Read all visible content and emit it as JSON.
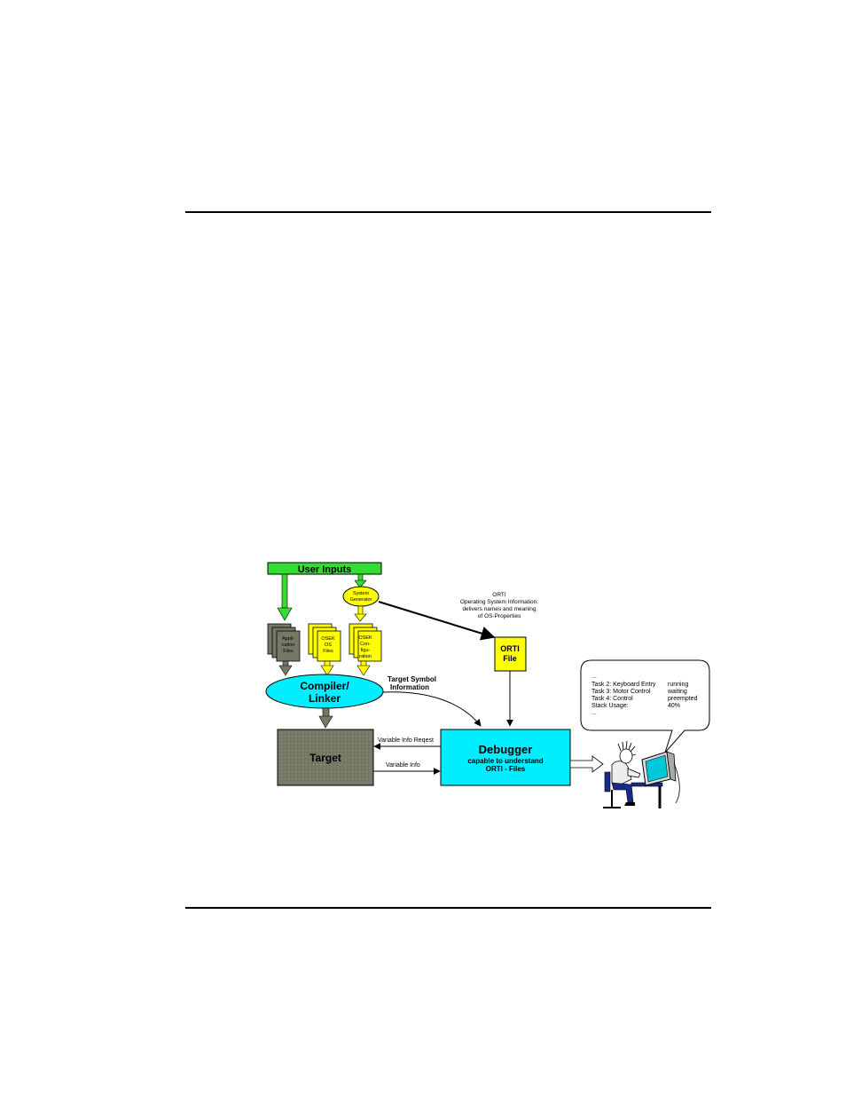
{
  "diagram": {
    "user_inputs": "User Inputs",
    "system_generator": [
      "System",
      "Generator"
    ],
    "application_files": [
      "Appli-",
      "cation",
      "Files"
    ],
    "osek_os_files": [
      "OSEK",
      "OS",
      "Files"
    ],
    "osek_configuration": [
      "OSEK",
      "Con-",
      "figu-",
      "ration"
    ],
    "orti_description": [
      "ORTI",
      "Operating System Information:",
      "delivers names and meaning",
      "of OS-Properties"
    ],
    "orti_file": [
      "ORTI",
      "File"
    ],
    "compiler_linker": [
      "Compiler/",
      "Linker"
    ],
    "target_symbol_info": [
      "Target Symbol",
      "Information"
    ],
    "target": "Target",
    "debugger_title": "Debugger",
    "debugger_subtitle": [
      "capable to understand",
      "ORTI - Files"
    ],
    "variable_info_request": "Variable Info Reqest",
    "variable_info": "Variable Info",
    "speech_bubble": {
      "ellipsis_top": "...",
      "rows": [
        {
          "task": "Task 2: Keyboard Entry",
          "state": "running"
        },
        {
          "task": "Task 3: Motor Control",
          "state": "waiting"
        },
        {
          "task": "Task 4: Control",
          "state": "preempted"
        },
        {
          "task": "Stack Usage:",
          "state": "40%"
        }
      ],
      "ellipsis_bottom": "..."
    }
  },
  "colors": {
    "green": "#33dd33",
    "yellow": "#ffff00",
    "cyan": "#00eeff",
    "gray": "#777766",
    "black": "#000000"
  }
}
